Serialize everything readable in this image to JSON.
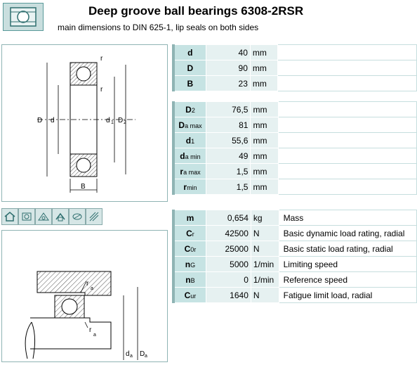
{
  "header": {
    "title": "Deep groove ball bearings 6308-2RSR",
    "subtitle": "main dimensions to DIN 625-1, lip seals on both sides"
  },
  "drawing1": {
    "labels": {
      "r_top": "r",
      "r_mid": "r",
      "D": "D",
      "d": "d",
      "d1": "d",
      "D2": "D",
      "B": "B",
      "sub1": "1",
      "sub2": "2"
    }
  },
  "drawing2": {
    "labels": {
      "ra_top": "r",
      "ra_bottom": "r",
      "da": "d",
      "Da": "D",
      "sub_a": "a"
    }
  },
  "toolbar": {
    "icons": [
      "home-icon",
      "bearing-section-icon",
      "bearing-pair-icon",
      "mounting-icon",
      "seal-icon",
      "dimension-icon"
    ]
  },
  "table_main": [
    {
      "sym": "d",
      "sub": "",
      "val": "40",
      "unit": "mm"
    },
    {
      "sym": "D",
      "sub": "",
      "val": "90",
      "unit": "mm"
    },
    {
      "sym": "B",
      "sub": "",
      "val": "23",
      "unit": "mm"
    }
  ],
  "table_mount": [
    {
      "sym": "D",
      "sub": "2",
      "val": "76,5",
      "unit": "mm"
    },
    {
      "sym": "D",
      "sub": "a max",
      "val": "81",
      "unit": "mm"
    },
    {
      "sym": "d",
      "sub": "1",
      "val": "55,6",
      "unit": "mm"
    },
    {
      "sym": "d",
      "sub": "a min",
      "val": "49",
      "unit": "mm"
    },
    {
      "sym": "r",
      "sub": "a max",
      "val": "1,5",
      "unit": "mm"
    },
    {
      "sym": "r",
      "sub": "min",
      "val": "1,5",
      "unit": "mm"
    }
  ],
  "table_data": [
    {
      "sym": "m",
      "sub": "",
      "val": "0,654",
      "unit": "kg",
      "desc": "Mass"
    },
    {
      "sym": "C",
      "sub": "r",
      "val": "42500",
      "unit": "N",
      "desc": "Basic dynamic load rating, radial"
    },
    {
      "sym": "C",
      "sub": "0r",
      "val": "25000",
      "unit": "N",
      "desc": "Basic static load rating, radial"
    },
    {
      "sym": "n",
      "sub": "G",
      "val": "5000",
      "unit": "1/min",
      "desc": "Limiting speed"
    },
    {
      "sym": "n",
      "sub": "B",
      "val": "0",
      "unit": "1/min",
      "desc": "Reference speed"
    },
    {
      "sym": "C",
      "sub": "ur",
      "val": "1640",
      "unit": "N",
      "desc": "Fatigue limit load, radial"
    }
  ],
  "colors": {
    "symbol_cell": "#c6e3e3",
    "value_cell": "#e6f1f1",
    "border": "#8fb4b4"
  }
}
